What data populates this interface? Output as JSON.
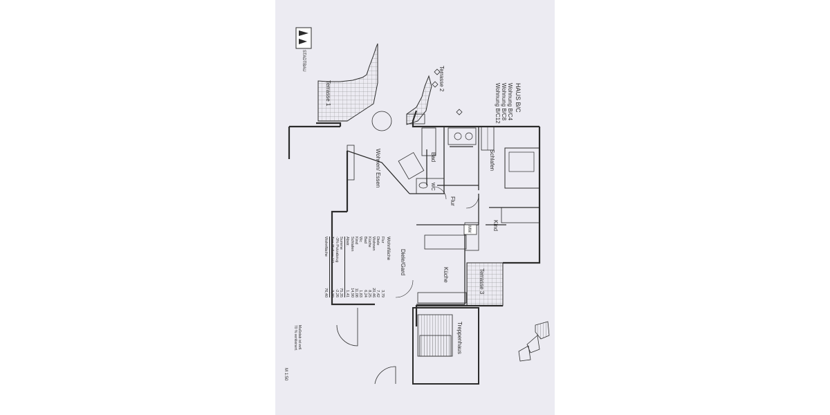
{
  "header": {
    "house": "HAUS B/C",
    "units": [
      "Wohnung B/C4",
      "Wohnung B/C8",
      "Wohnung B/C12"
    ]
  },
  "logo": {
    "text": "STADTBAU"
  },
  "rooms": {
    "terrasse1": "Terrasse 1",
    "terrasse2": "Terrasse 2",
    "terrasse3": "Terrasse 3",
    "schlafen": "Schlafen",
    "bad": "Bad",
    "wc": "WC",
    "wohnen": "Wohnen/ Essen",
    "flur": "Flur",
    "kind": "Kind",
    "mw": "MW",
    "kueche": "Küche",
    "diele": "Diele/Gard",
    "treppenhaus": "Treppenhaus"
  },
  "area_table": {
    "title": "Wohnfläche",
    "rows": [
      {
        "label": "Flur",
        "value": "3,79"
      },
      {
        "label": "Diele",
        "value": "7,42"
      },
      {
        "label": "Wohnen",
        "value": "20,46"
      },
      {
        "label": "Küche",
        "value": "8,25"
      },
      {
        "label": "Bad",
        "value": "6,24"
      },
      {
        "label": "Wc",
        "value": "1,83"
      },
      {
        "label": "Kind",
        "value": "11,08"
      },
      {
        "label": "Schlafen",
        "value": "14,90"
      },
      {
        "label": "Abstr.",
        "value": "1,41"
      }
    ],
    "summary": [
      {
        "label": "Summe",
        "value": "75,35"
      },
      {
        "label": "-3% Putzabzug",
        "value": "-2,26"
      },
      {
        "label": "Terr./Balkon 1/2",
        "value": "3,30"
      }
    ],
    "total": {
      "label": "Wohnfläche",
      "value": "76,40"
    }
  },
  "notes": {
    "scale": "M 1:50",
    "disclaimer_1": "Maßstab ist evtl.",
    "disclaimer_2": "70 % verkleinert."
  },
  "colors": {
    "paper": "#ecebf2",
    "ink": "#2b2b2b",
    "tile": "#8a8a8a"
  }
}
